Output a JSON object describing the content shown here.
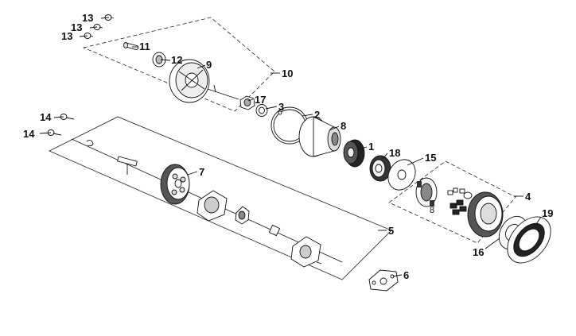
{
  "diagram": {
    "callouts": [
      {
        "id": "c1",
        "label": "1"
      },
      {
        "id": "c2",
        "label": "2"
      },
      {
        "id": "c3",
        "label": "3"
      },
      {
        "id": "c4",
        "label": "4"
      },
      {
        "id": "c5",
        "label": "5"
      },
      {
        "id": "c6",
        "label": "6"
      },
      {
        "id": "c7",
        "label": "7"
      },
      {
        "id": "c8",
        "label": "8"
      },
      {
        "id": "c8b",
        "label": "8"
      },
      {
        "id": "c9",
        "label": "9"
      },
      {
        "id": "c10",
        "label": "10"
      },
      {
        "id": "c11",
        "label": "11"
      },
      {
        "id": "c12",
        "label": "12"
      },
      {
        "id": "c13a",
        "label": "13"
      },
      {
        "id": "c13b",
        "label": "13"
      },
      {
        "id": "c13c",
        "label": "13"
      },
      {
        "id": "c14a",
        "label": "14"
      },
      {
        "id": "c14b",
        "label": "14"
      },
      {
        "id": "c15",
        "label": "15"
      },
      {
        "id": "c16",
        "label": "16"
      },
      {
        "id": "c17",
        "label": "17"
      },
      {
        "id": "c18",
        "label": "18"
      },
      {
        "id": "c19",
        "label": "19"
      }
    ]
  }
}
